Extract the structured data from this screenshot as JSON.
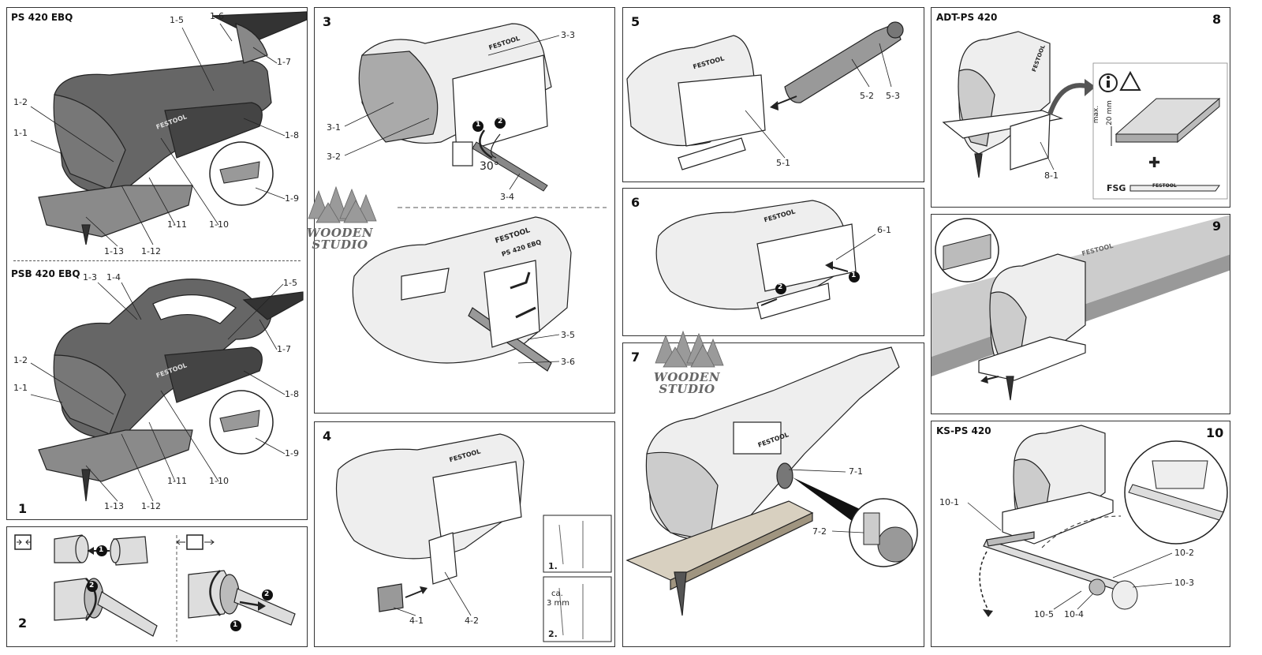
{
  "panel1": {
    "number": "1",
    "titleTop": "PS 420 EBQ",
    "titleBottom": "PSB 420 EBQ",
    "brandTop": "FESTOOL",
    "brandBottom": "FESTOOL",
    "labelsTop": [
      "1-1",
      "1-2",
      "1-5",
      "1-6",
      "1-7",
      "1-8",
      "1-9",
      "1-10",
      "1-11",
      "1-12",
      "1-13"
    ],
    "labelsBottom": [
      "1-1",
      "1-2",
      "1-3",
      "1-4",
      "1-5",
      "1-7",
      "1-8",
      "1-9",
      "1-10",
      "1-11",
      "1-12",
      "1-13"
    ]
  },
  "panel2": {
    "number": "2",
    "steps": [
      "1",
      "2",
      "2",
      "1"
    ]
  },
  "panel3": {
    "number": "3",
    "brandTop": "FESTOOL",
    "brandBottom": "FESTOOL",
    "modelBottom": "PS 420 EBQ",
    "angle": "30°",
    "steps": [
      "1",
      "2"
    ],
    "labels": [
      "3-1",
      "3-2",
      "3-3",
      "3-4",
      "3-5",
      "3-6"
    ]
  },
  "panel4": {
    "number": "4",
    "brand": "FESTOOL",
    "labels": [
      "4-1",
      "4-2"
    ],
    "insetSteps": [
      "1.",
      "2."
    ],
    "insetNote": [
      "ca.",
      "3 mm"
    ]
  },
  "panel5": {
    "number": "5",
    "brand": "FESTOOL",
    "labels": [
      "5-1",
      "5-2",
      "5-3"
    ]
  },
  "panel6": {
    "number": "6",
    "brand": "FESTOOL",
    "labels": [
      "6-1"
    ],
    "steps": [
      "1",
      "2"
    ]
  },
  "panel7": {
    "number": "7",
    "brand": "FESTOOL",
    "labels": [
      "7-1",
      "7-2"
    ]
  },
  "panel8": {
    "number": "8",
    "title": "ADT-PS 420",
    "brand": "FESTOOL",
    "labels": [
      "8-1"
    ],
    "thickness": [
      "max.",
      "20 mm"
    ],
    "plus": "✚",
    "fsg": "FSG",
    "bladeBrand": "FESTOOL",
    "icons": [
      "info-icon",
      "warning-icon"
    ]
  },
  "panel9": {
    "number": "9",
    "brand": "FESTOOL"
  },
  "panel10": {
    "number": "10",
    "title": "KS-PS 420",
    "labels": [
      "10-1",
      "10-2",
      "10-3",
      "10-4",
      "10-5"
    ]
  },
  "watermark": {
    "line1": "WOODEN",
    "line2": "STUDIO"
  }
}
